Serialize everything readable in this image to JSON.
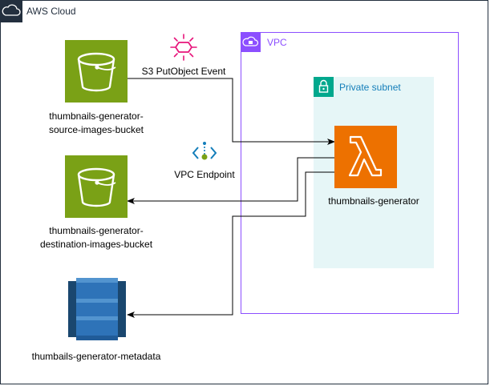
{
  "groups": {
    "cloud": {
      "title": "AWS Cloud",
      "icon": "aws-cloud-icon"
    },
    "vpc": {
      "title": "VPC",
      "icon": "vpc-icon"
    },
    "subnet": {
      "title": "Private subnet",
      "icon": "padlock-icon"
    }
  },
  "nodes": {
    "source_bucket": {
      "line1": "thumbnails-generator-",
      "line2": "source-images-bucket",
      "icon": "s3-bucket-icon"
    },
    "dest_bucket": {
      "line1": "thumbnails-generator-",
      "line2": "destination-images-bucket",
      "icon": "s3-bucket-icon"
    },
    "metadata_table": {
      "label": "thumbails-generator-metadata",
      "icon": "dynamodb-icon"
    },
    "lambda": {
      "label": "thumbnails-generator",
      "icon": "lambda-icon"
    },
    "event": {
      "label": "S3 PutObject Event",
      "icon": "event-icon"
    },
    "endpoint": {
      "label": "VPC Endpoint",
      "icon": "vpc-endpoint-icon"
    }
  },
  "colors": {
    "cloud": "#232f3e",
    "vpc": "#8c4fff",
    "subnet_fill": "#e6f6f7",
    "subnet_icon": "#01a88d",
    "subnet_text": "#147eba",
    "s3": "#7aa116",
    "lambda": "#ed7100",
    "dynamodb": "#2e73b8",
    "event": "#e7157b",
    "endpoint": "#147eba"
  }
}
